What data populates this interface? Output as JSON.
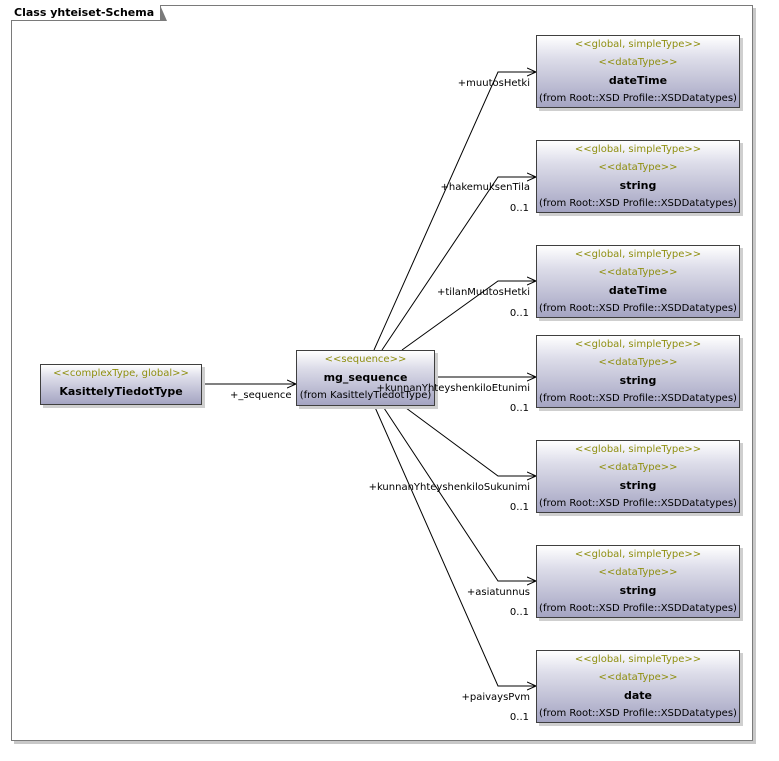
{
  "diagram": {
    "title": "Class yhteiset-Schema",
    "root_class": {
      "stereotype": "<<complexType, global>>",
      "name": "KasittelyTiedotType"
    },
    "sequence": {
      "stereotype": "<<sequence>>",
      "name": "mg_sequence",
      "from": "(from KasittelyTiedotType)",
      "role": "+_sequence"
    },
    "targets": [
      {
        "stereo1": "<<global, simpleType>>",
        "stereo2": "<<dataType>>",
        "name": "dateTime",
        "from": "(from Root::XSD Profile::XSDDatatypes)",
        "role": "+muutosHetki",
        "mult": ""
      },
      {
        "stereo1": "<<global, simpleType>>",
        "stereo2": "<<dataType>>",
        "name": "string",
        "from": "(from Root::XSD Profile::XSDDatatypes)",
        "role": "+hakemuksenTila",
        "mult": "0..1"
      },
      {
        "stereo1": "<<global, simpleType>>",
        "stereo2": "<<dataType>>",
        "name": "dateTime",
        "from": "(from Root::XSD Profile::XSDDatatypes)",
        "role": "+tilanMuutosHetki",
        "mult": "0..1"
      },
      {
        "stereo1": "<<global, simpleType>>",
        "stereo2": "<<dataType>>",
        "name": "string",
        "from": "(from Root::XSD Profile::XSDDatatypes)",
        "role": "+kunnanYhteyshenkiloEtunimi",
        "mult": "0..1"
      },
      {
        "stereo1": "<<global, simpleType>>",
        "stereo2": "<<dataType>>",
        "name": "string",
        "from": "(from Root::XSD Profile::XSDDatatypes)",
        "role": "+kunnanYhteyshenkiloSukunimi",
        "mult": "0..1"
      },
      {
        "stereo1": "<<global, simpleType>>",
        "stereo2": "<<dataType>>",
        "name": "string",
        "from": "(from Root::XSD Profile::XSDDatatypes)",
        "role": "+asiatunnus",
        "mult": "0..1"
      },
      {
        "stereo1": "<<global, simpleType>>",
        "stereo2": "<<dataType>>",
        "name": "date",
        "from": "(from Root::XSD Profile::XSDDatatypes)",
        "role": "+paivaysPvm",
        "mult": "0..1"
      }
    ]
  }
}
